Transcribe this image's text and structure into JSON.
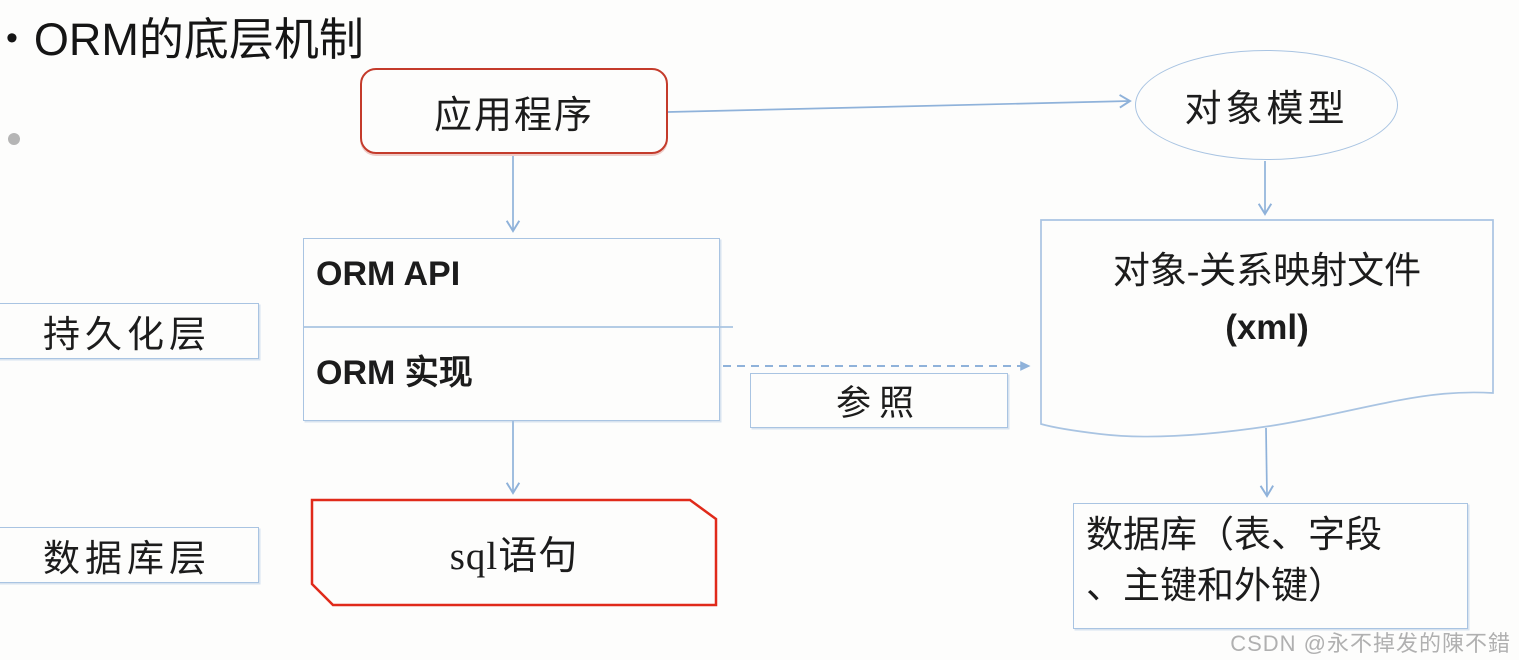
{
  "title": {
    "bullet": "•",
    "text": "ORM的底层机制"
  },
  "nodes": {
    "application": {
      "label": "应用程序"
    },
    "object_model": {
      "label": "对象模型"
    },
    "orm": {
      "api_label": "ORM API",
      "impl_label": "ORM 实现"
    },
    "persistence_layer": {
      "label": "持久化层"
    },
    "reference": {
      "label": "参照"
    },
    "mapping_file": {
      "label_line1": "对象-关系映射文件",
      "label_line2": "(xml)"
    },
    "sql": {
      "label": "sql语句"
    },
    "database_layer": {
      "label": "数据库层"
    },
    "database": {
      "label_line1": "数据库（表、字段",
      "label_line2": "、主键和外键）"
    }
  },
  "watermark": "CSDN @永不掉发的陳不錯",
  "colors": {
    "accent_blue": "#a9c4e2",
    "arrow_blue": "#8fb2da",
    "red_application": "#c43b2b",
    "red_sql": "#e02a1a",
    "text_black": "#1c1c1c",
    "gray_bullet": "#b5b5b5",
    "watermark_gray": "#b0b0b0",
    "background": "#fdfdfc"
  }
}
